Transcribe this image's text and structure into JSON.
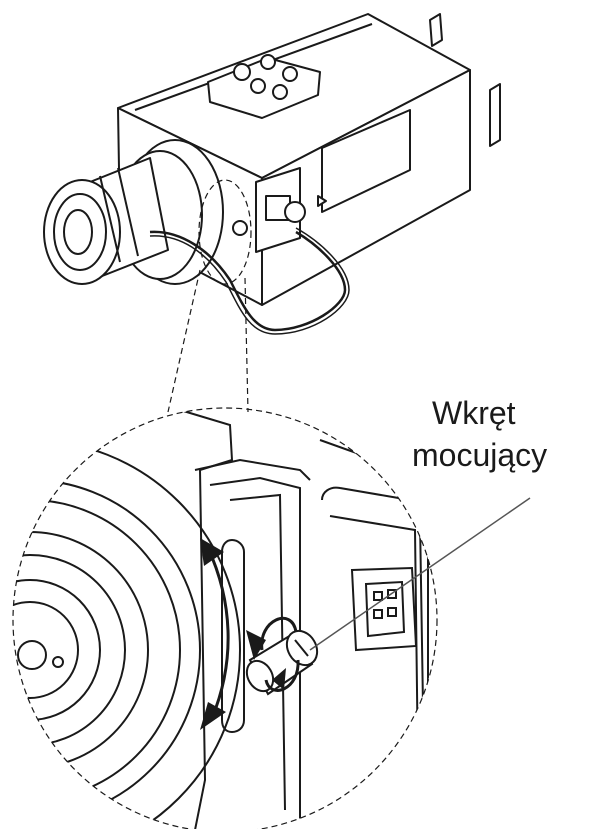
{
  "callout": {
    "line1": "Wkręt",
    "line2": "mocujący"
  },
  "colors": {
    "ink": "#1a1a1a",
    "background": "#ffffff"
  },
  "icons": [
    "camera-body",
    "lens",
    "mounting-screw",
    "rotation-arrow",
    "connector-socket"
  ]
}
